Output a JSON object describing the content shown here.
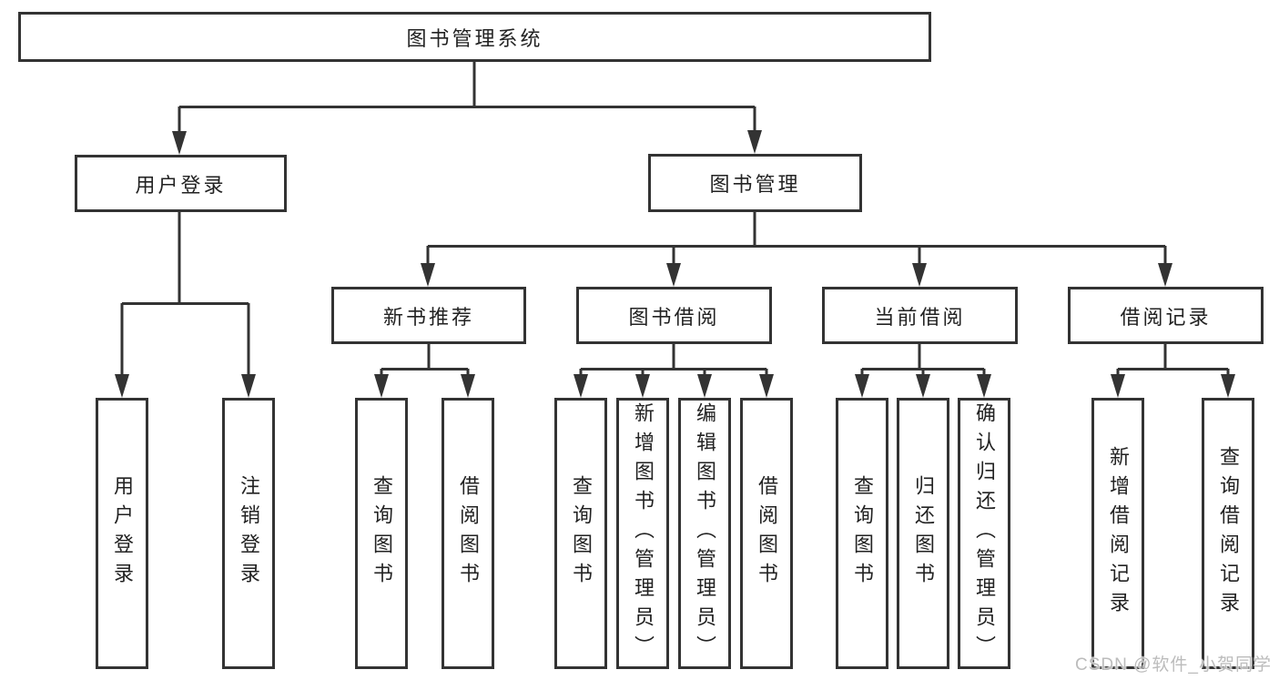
{
  "tree": {
    "root": "图书管理系统",
    "user_login": {
      "label": "用户登录",
      "children": {
        "login": "用户登录",
        "logout": "注销登录"
      }
    },
    "book_mgmt": {
      "label": "图书管理",
      "new_books": {
        "label": "新书推荐",
        "children": {
          "query": "查询图书",
          "borrow": "借阅图书"
        }
      },
      "borrowing": {
        "label": "图书借阅",
        "children": {
          "query": "查询图书",
          "add": "新增图书（管理员）",
          "edit": "编辑图书（管理员）",
          "borrow": "借阅图书"
        }
      },
      "current": {
        "label": "当前借阅",
        "children": {
          "query": "查询图书",
          "return": "归还图书",
          "confirm": "确认归还（管理员）"
        }
      },
      "records": {
        "label": "借阅记录",
        "children": {
          "add": "新增借阅记录",
          "query": "查询借阅记录"
        }
      }
    }
  },
  "watermark": "CSDN @软件_小贺同学",
  "colors": {
    "line": "#333333",
    "text": "#222222",
    "watermark": "#bcbcbc",
    "background": "#ffffff"
  }
}
